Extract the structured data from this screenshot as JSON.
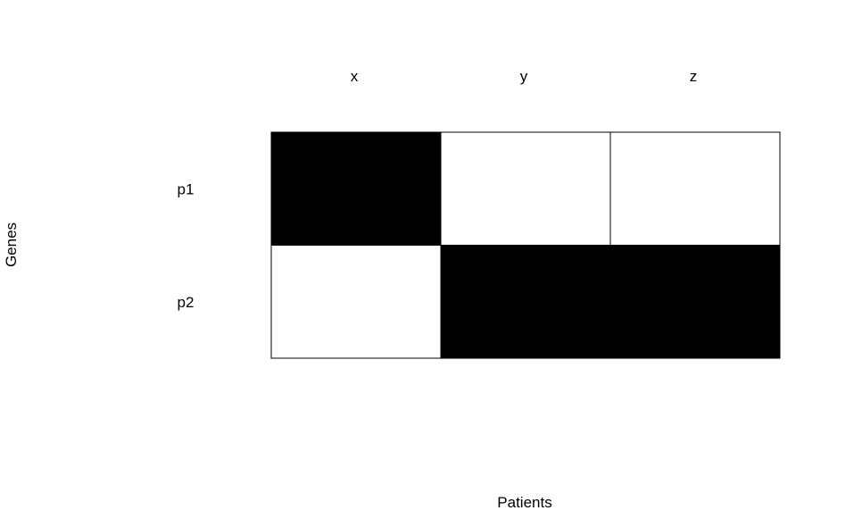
{
  "chart_data": {
    "type": "heatmap",
    "title": "",
    "xlabel": "Patients",
    "ylabel": "Genes",
    "x_categories": [
      "x",
      "y",
      "z"
    ],
    "y_categories": [
      "p1",
      "p2"
    ],
    "values": [
      [
        1,
        0,
        0
      ],
      [
        0,
        1,
        1
      ]
    ],
    "color_scale": {
      "0": "#ffffff",
      "1": "#000000"
    },
    "grid": true,
    "legend": "none"
  }
}
